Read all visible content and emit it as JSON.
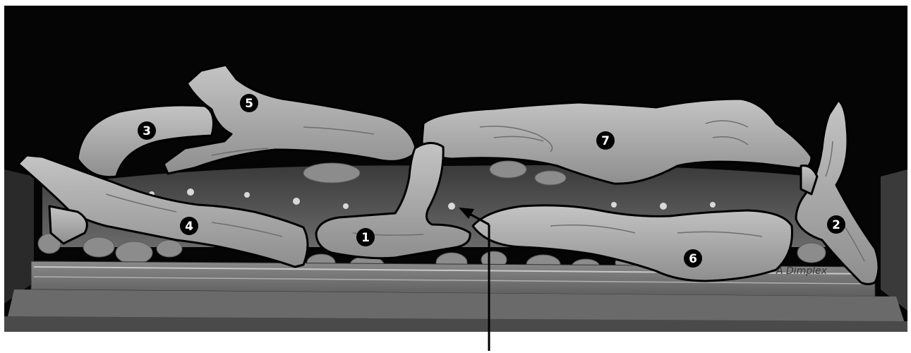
{
  "diagram": {
    "logs": [
      {
        "number": "1"
      },
      {
        "number": "2"
      },
      {
        "number": "3"
      },
      {
        "number": "4"
      },
      {
        "number": "5"
      },
      {
        "number": "6"
      },
      {
        "number": "7"
      }
    ],
    "brand_mark": "A Dimplex"
  },
  "colors": {
    "background": "#050505",
    "log_fill": "#a9a9a9",
    "log_outline": "#000000",
    "hearth": "#7c7c7c",
    "badge": "#000000",
    "badge_text": "#ffffff"
  }
}
